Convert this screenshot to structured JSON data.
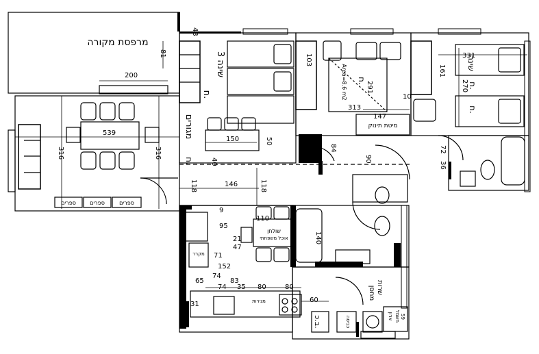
{
  "rooms": {
    "balcony": "מרפסת מקורה",
    "bedroom3_name": "שינה 3",
    "bedroom3_code": "ח.",
    "bedroom_mid_code": "ח.",
    "bedroom_mid_area": "Area=8.6 m2",
    "bedroom_right_code": "ח.",
    "bedroom_right_code2": "ח.",
    "bedroom_right_name": "שינה",
    "living_name": "מגורים",
    "living_code": "ח.",
    "changing_table": "מיטת תינוק",
    "bookshelf_1": "ספרים",
    "bookshelf_2": "ספרים",
    "bookshelf_3": "ספרים",
    "dining": "שולחן",
    "dining2": "אוכל משפחתי",
    "kitchen_label": "מגירות",
    "fridge": "מקרר",
    "laundry": "כביסה",
    "service": "שרות",
    "storage": "מחסן",
    "boiler": "ארון",
    "elec": "חשמל",
    "service_code": "ב.כ."
  },
  "dims": {
    "d48": "48",
    "d81": "81",
    "d200": "200",
    "d539": "539",
    "d316a": "316",
    "d316b": "316",
    "d150": "150",
    "d50": "50",
    "d40": "40",
    "d146": "146",
    "d118a": "118",
    "d118b": "118",
    "d103": "103",
    "d291": "291",
    "d313": "313",
    "d147": "147",
    "d84": "84",
    "d90": "90",
    "d331": "331",
    "d270": "270",
    "d161": "161",
    "d10": "10",
    "d72": "72",
    "d36": "36",
    "d9": "9",
    "d95": "95",
    "d110": "110",
    "d140": "140",
    "d21": "21",
    "d47": "47",
    "d71": "71",
    "d152": "152",
    "d74a": "74",
    "d65": "65",
    "d74b": "74",
    "d35": "35",
    "d83": "83",
    "d80a": "80",
    "d80b": "80",
    "d31": "31",
    "d60": "60",
    "d59": "59"
  }
}
